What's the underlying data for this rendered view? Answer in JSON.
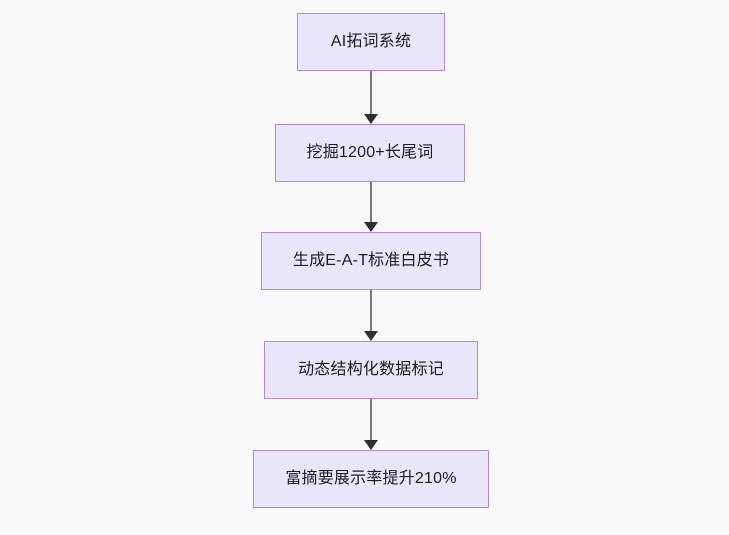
{
  "diagram": {
    "title": "AI SEO content pipeline flowchart",
    "background_color": "#f9f9f9",
    "node_fill_color": "#e9e5fb",
    "node_border_color": "#ad8bd9",
    "connector_color": "#79797c",
    "arrowhead_color": "#2f2f33",
    "text_color": "#1c1c1c",
    "orientation": "top-to-bottom",
    "nodes": [
      {
        "id": "n1",
        "label": "AI拓词系统"
      },
      {
        "id": "n2",
        "label": "挖掘1200+长尾词"
      },
      {
        "id": "n3",
        "label": "生成E-A-T标准白皮书"
      },
      {
        "id": "n4",
        "label": "动态结构化数据标记"
      },
      {
        "id": "n5",
        "label": "富摘要展示率提升210%"
      }
    ],
    "edges": [
      {
        "id": "e1",
        "from": "n1",
        "to": "n2",
        "label": ""
      },
      {
        "id": "e2",
        "from": "n2",
        "to": "n3",
        "label": ""
      },
      {
        "id": "e3",
        "from": "n3",
        "to": "n4",
        "label": ""
      },
      {
        "id": "e4",
        "from": "n4",
        "to": "n5",
        "label": ""
      }
    ]
  }
}
